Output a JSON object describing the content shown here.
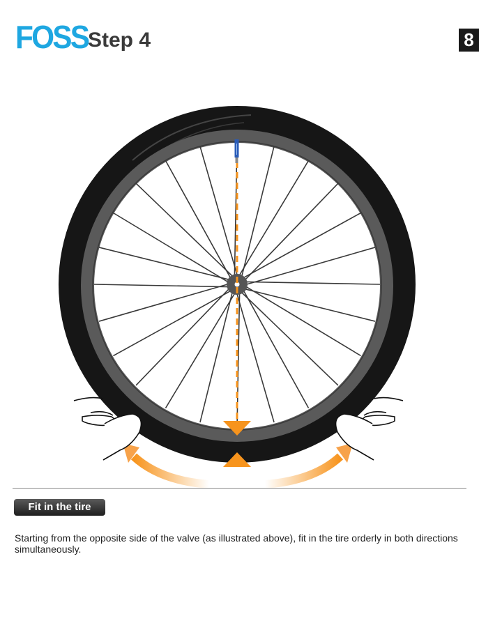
{
  "header": {
    "logo_text": "FOSS",
    "step_title": "Step 4",
    "page_number": "8"
  },
  "colors": {
    "logo_blue": "#1ea7e1",
    "arrow_orange": "#f7941d",
    "tire_black": "#1a1a1a",
    "rim_gray": "#5a5a5a",
    "valve_blue": "#2a5cb8"
  },
  "illustration": {
    "icons": [
      "bicycle-wheel-icon",
      "valve-icon",
      "left-hand-icon",
      "right-hand-icon",
      "direction-arrow-icon"
    ]
  },
  "section": {
    "label": "Fit in the tire"
  },
  "body": {
    "instruction": "Starting from the opposite side of the valve (as illustrated above), fit in the tire orderly in both directions simultaneously."
  }
}
